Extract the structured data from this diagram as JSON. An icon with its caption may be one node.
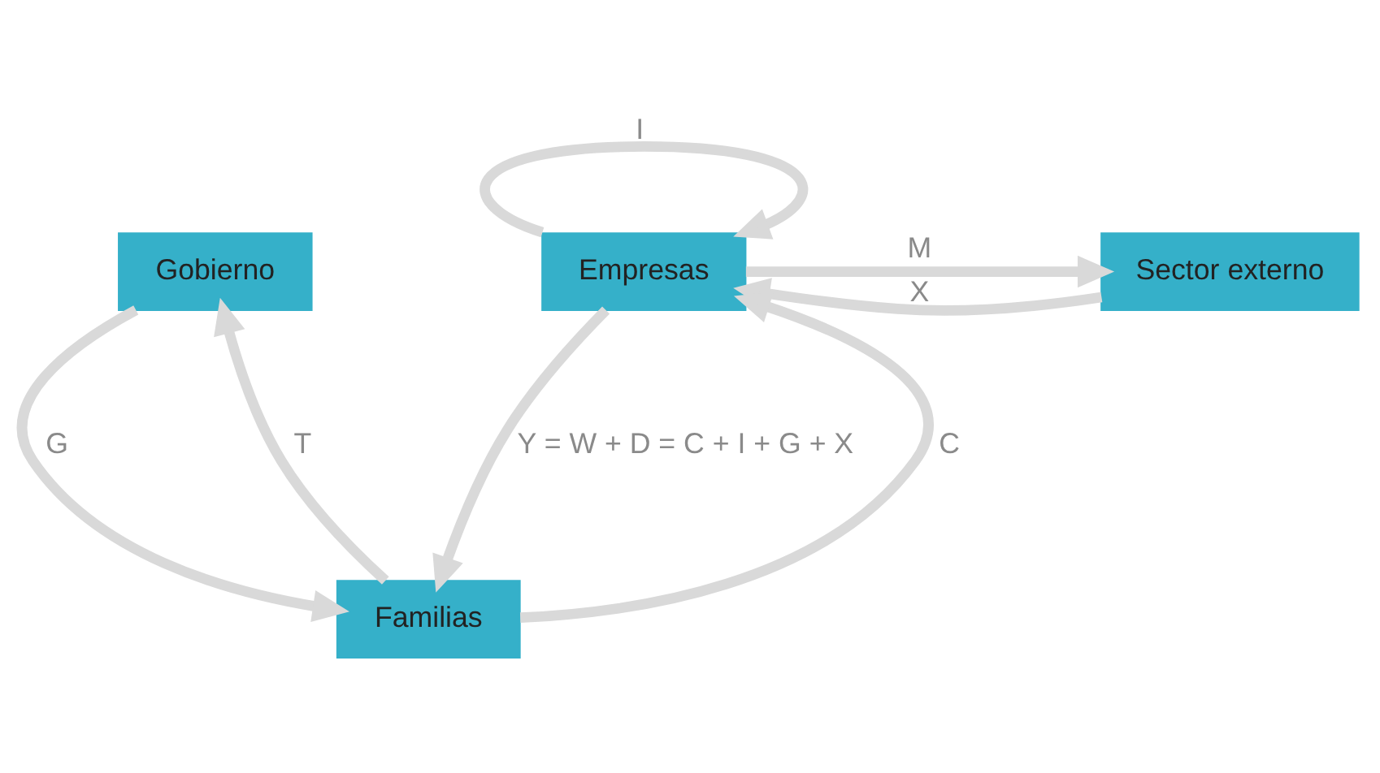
{
  "diagram": {
    "nodes": [
      {
        "text": [
          "Gobierno"
        ]
      },
      {
        "text": [
          "Empresas"
        ]
      },
      {
        "text": [
          "Sector externo"
        ]
      },
      {
        "text": [
          "Familias"
        ]
      }
    ],
    "edges": [
      {
        "from": 1,
        "to": 1,
        "arrow": "to",
        "label": "I"
      },
      {
        "from": 2,
        "to": 1,
        "arrow": "to",
        "label": "X"
      },
      {
        "from": 1,
        "to": 2,
        "arrow": "to",
        "label": "M"
      },
      {
        "from": 0,
        "to": 3,
        "arrow": "to",
        "label": "G"
      },
      {
        "from": 3,
        "to": 0,
        "arrow": "to",
        "label": "T"
      },
      {
        "from": 3,
        "to": 1,
        "arrow": "to",
        "label": "C"
      },
      {
        "from": 1,
        "to": 3,
        "arrow": "to",
        "label": "Y = W + D = C + I + G + X"
      }
    ]
  }
}
